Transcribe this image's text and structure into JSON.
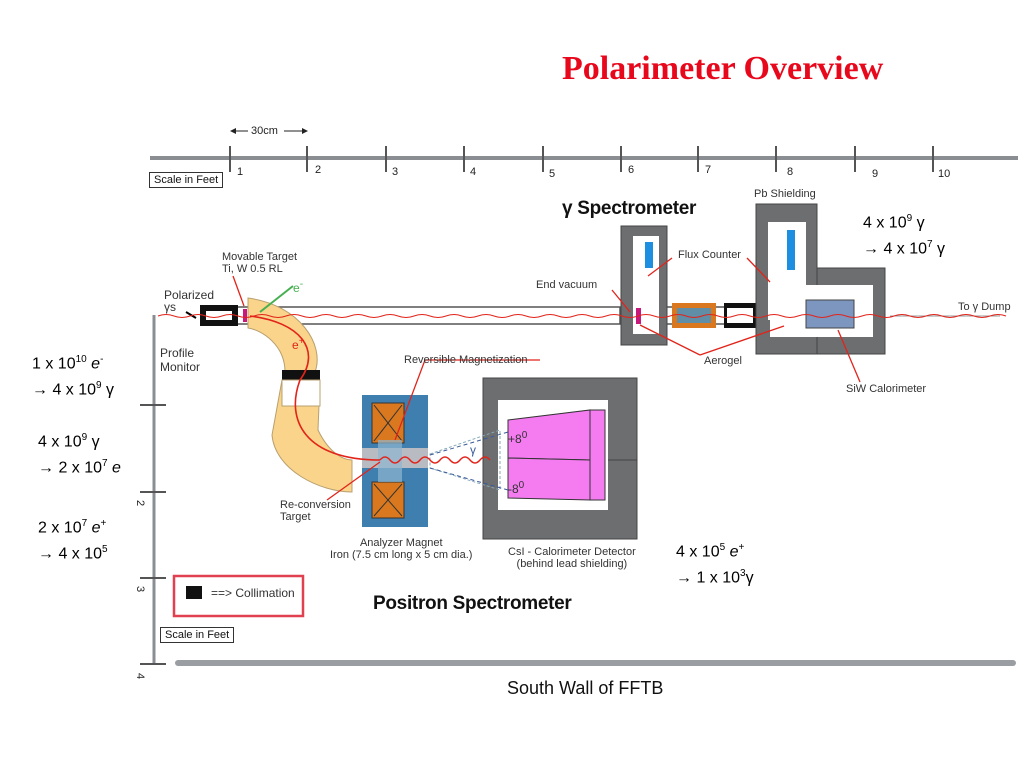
{
  "title": "Polarimeter Overview",
  "scale_bar": {
    "label": "30cm",
    "ticks": [
      "1",
      "2",
      "3",
      "4",
      "5",
      "6",
      "7",
      "8",
      "9",
      "10"
    ]
  },
  "scale_label_top": "Scale in Feet",
  "scale_label_bottom": "Scale in Feet",
  "vertical_ticks": [
    "2",
    "3",
    "4"
  ],
  "gamma_spectrometer": "γ  Spectrometer",
  "positron_spectrometer": "Positron Spectrometer",
  "south_wall": "South Wall of FFTB",
  "labels": {
    "movable_target_1": "Movable Target",
    "movable_target_2": "Ti, W 0.5 RL",
    "polarized_1": "Polarized",
    "polarized_2": "γs",
    "profile_monitor_1": "Profile",
    "profile_monitor_2": "Monitor",
    "end_vacuum": "End vacuum",
    "flux_counter": "Flux Counter",
    "pb_shielding": "Pb Shielding",
    "to_gamma_dump": "To γ Dump",
    "aerogel": "Aerogel",
    "siw_calorimeter": "SiW Calorimeter",
    "reversible_magnetization": "Reversible Magnetization",
    "reconversion_1": "Re-conversion",
    "reconversion_2": "Target",
    "analyzer_1": "Analyzer Magnet",
    "analyzer_2": "Iron (7.5 cm long x 5 cm dia.)",
    "csi_1": "CsI - Calorimeter Detector",
    "csi_2": "(behind lead shielding)",
    "angle_plus": "+8",
    "angle_minus": "-8",
    "angle_sup": "0",
    "e_minus": "e",
    "e_minus_sup": "-",
    "e_plus": "e",
    "e_plus_sup": "+",
    "gamma": "γ",
    "collimation": "==> Collimation"
  },
  "rates": {
    "r1_a": "1 x 10",
    "r1_a_sup": "10",
    "r1_a_tail": " e",
    "r1_a_tail_sup": "-",
    "r1_b": "→ 4 x 10",
    "r1_b_sup": "9",
    "r1_b_tail": " γ",
    "r2_a": "4 x 10",
    "r2_a_sup": "9",
    "r2_a_tail": "  γ",
    "r2_b": "→ 2 x 10",
    "r2_b_sup": "7",
    "r2_b_tail": " e",
    "r3_a": "2 x 10",
    "r3_a_sup": "7",
    "r3_a_tail": " e",
    "r3_a_tail_sup": "+",
    "r3_b": "→ 4 x 10",
    "r3_b_sup": "5",
    "r4_a": "4 x 10",
    "r4_a_sup": "9",
    "r4_a_tail": " γ",
    "r4_b": "→ 4 x 10",
    "r4_b_sup": "7",
    "r4_b_tail": " γ",
    "r5_a": "4 x 10",
    "r5_a_sup": "5",
    "r5_a_tail": " e",
    "r5_a_tail_sup": "+",
    "r5_b": "→  1 x 10",
    "r5_b_sup": "3",
    "r5_b_tail": "γ"
  },
  "colors": {
    "title": "#e8081c",
    "shield": "#6d6e70",
    "beam_red": "#e2231a",
    "magenta": "#f47cf0",
    "tan": "#f9d48a",
    "orange": "#d9781e"
  }
}
